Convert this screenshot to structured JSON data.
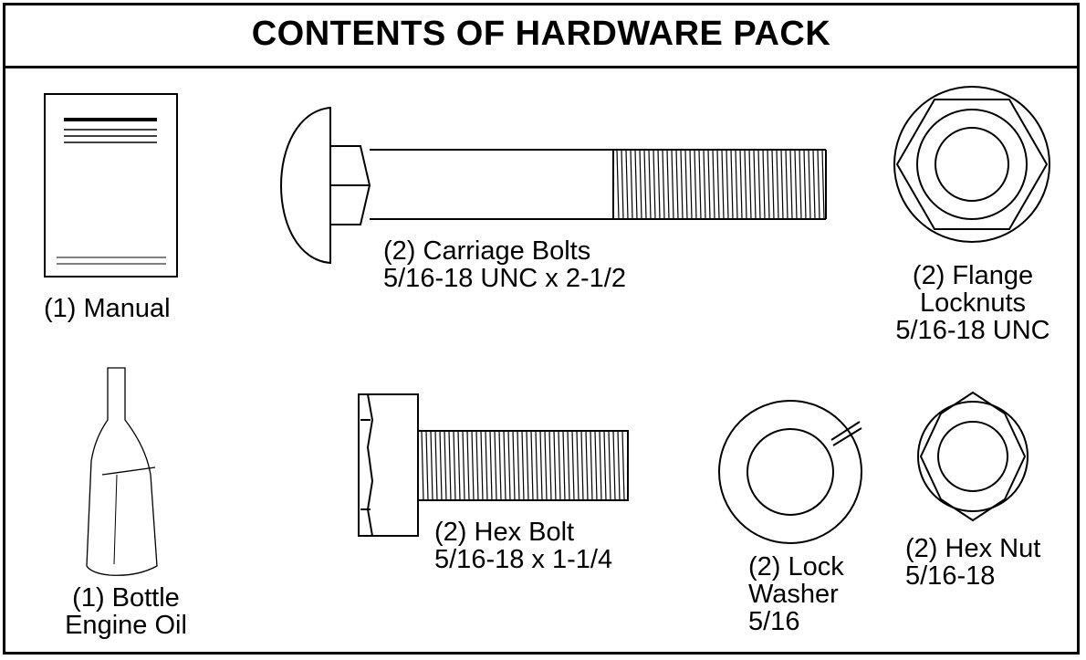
{
  "title": "CONTENTS OF HARDWARE PACK",
  "items": {
    "manual": {
      "label": "(1) Manual"
    },
    "carriage_bolts": {
      "line1": "(2) Carriage Bolts",
      "line2": "5/16-18 UNC x 2-1/2"
    },
    "flange_locknuts": {
      "line1": "(2) Flange",
      "line2": "Locknuts",
      "line3": "5/16-18 UNC"
    },
    "engine_oil": {
      "line1": "(1) Bottle",
      "line2": "Engine Oil"
    },
    "hex_bolt": {
      "line1": "(2) Hex Bolt",
      "line2": "5/16-18 x 1-1/4"
    },
    "lock_washer": {
      "line1": "(2) Lock",
      "line2": "Washer",
      "line3": "5/16"
    },
    "hex_nut": {
      "line1": "(2) Hex Nut",
      "line2": "5/16-18"
    }
  },
  "colors": {
    "ink": "#000000",
    "background": "#ffffff"
  }
}
